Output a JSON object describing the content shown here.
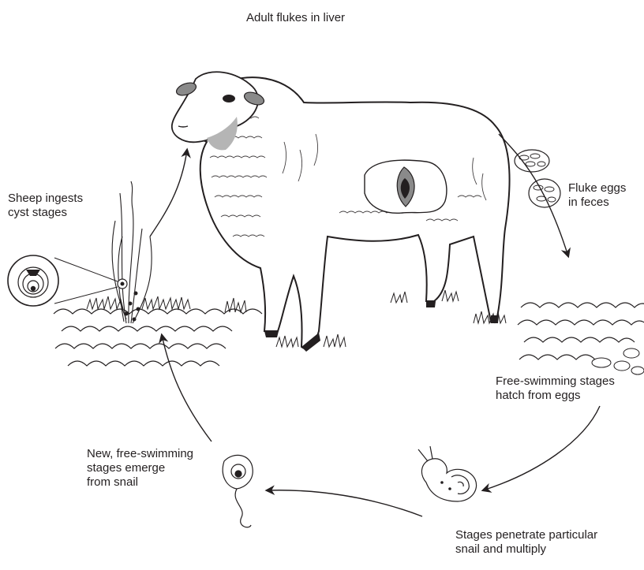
{
  "labels": {
    "adult_flukes": [
      "Adult flukes in liver"
    ],
    "sheep_ingests": [
      "Sheep ingests",
      "cyst stages"
    ],
    "fluke_eggs": [
      "Fluke eggs",
      "in feces"
    ],
    "free_swimming_hatch": [
      "Free-swimming stages",
      "hatch from eggs"
    ],
    "new_free_swimming": [
      "New, free-swimming",
      "stages emerge",
      "from snail"
    ],
    "stages_penetrate": [
      "Stages penetrate particular",
      "snail and multiply"
    ]
  },
  "colors": {
    "ink": "#231f20",
    "liver": "#8a8a8a",
    "face_patch": "#b5b5b5"
  }
}
